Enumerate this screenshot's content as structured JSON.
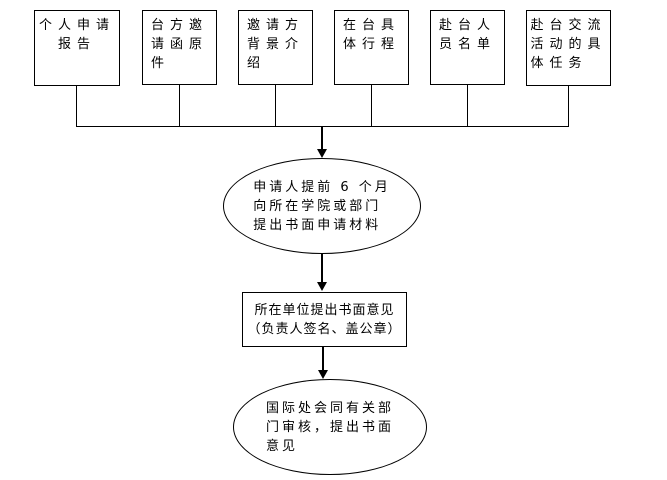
{
  "flowchart": {
    "attachment_boxes": [
      {
        "label": "个人申请\n报告"
      },
      {
        "label": "台方邀\n请函原\n件"
      },
      {
        "label": "邀请方\n背景介\n绍"
      },
      {
        "label": "在台具\n体行程"
      },
      {
        "label": "赴台人\n员名单"
      },
      {
        "label": "赴台交流\n活动的具\n体任务"
      }
    ],
    "steps": [
      {
        "shape": "ellipse",
        "label": "申请人提前 6 个月\n向所在学院或部门\n提出书面申请材料"
      },
      {
        "shape": "rectangle",
        "label": "所在单位提出书面意见\n（负责人签名、盖公章）"
      },
      {
        "shape": "ellipse",
        "label": "国际处会同有关部\n门审核，提出书面\n意见"
      }
    ],
    "colors": {
      "line": "#000000",
      "background": "#ffffff",
      "text": "#000000"
    }
  }
}
